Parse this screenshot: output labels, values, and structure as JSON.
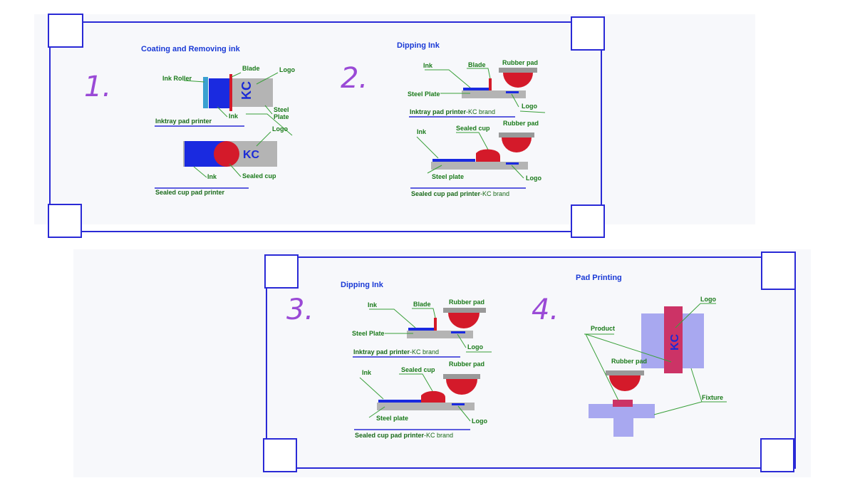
{
  "panel1": {
    "step1": "1.",
    "step2": "2.",
    "title_coating": "Coating and Removing ink",
    "title_dipping": "Dipping Ink",
    "inktray_a": {
      "ink_roller": "Ink Roller",
      "blade": "Blade",
      "logo": "Logo",
      "kc": "KC",
      "ink": "Ink",
      "steel": "Steel",
      "plate": "Plate",
      "caption": "Inktray pad printer"
    },
    "sealed_a": {
      "logo": "Logo",
      "kc": "KC",
      "ink": "Ink",
      "sealed_cup": "Sealed cup",
      "caption": "Sealed cup pad printer"
    },
    "inktray_b": {
      "ink": "Ink",
      "blade": "Blade",
      "rubber_pad": "Rubber pad",
      "steel_plate": "Steel Plate",
      "logo": "Logo",
      "caption_main": "Inktray pad printer",
      "caption_brand": "-KC brand"
    },
    "sealed_b": {
      "ink": "Ink",
      "sealed_cup": "Sealed cup",
      "rubber_pad": "Rubber pad",
      "steel_plate": "Steel plate",
      "logo": "Logo",
      "caption_main": "Sealed cup pad printer",
      "caption_brand": "-KC brand"
    }
  },
  "panel2": {
    "step3": "3.",
    "step4": "4.",
    "title_dipping": "Dipping Ink",
    "title_pad": "Pad Printing",
    "inktray_c": {
      "ink": "Ink",
      "blade": "Blade",
      "rubber_pad": "Rubber pad",
      "steel_plate": "Steel Plate",
      "logo": "Logo",
      "caption_main": "Inktray pad printer",
      "caption_brand": "-KC brand"
    },
    "sealed_c": {
      "ink": "Ink",
      "sealed_cup": "Sealed cup",
      "rubber_pad": "Rubber pad",
      "steel_plate": "Steel plate",
      "logo": "Logo",
      "caption_main": "Sealed cup pad printer",
      "caption_brand": "-KC brand"
    },
    "pad": {
      "logo": "Logo",
      "kc": "KC",
      "product": "Product",
      "rubber_pad": "Rubber pad",
      "fixture": "Fixture"
    }
  },
  "colors": {
    "frame": "#2a2ad6",
    "plate": "#b4b4b4",
    "ink": "#1a2ae0",
    "red": "#d41a2a",
    "leader": "#3aa03a",
    "step": "#9a4ad6",
    "fixture": "#a8a8f0",
    "logo_bar": "#cc3366"
  }
}
